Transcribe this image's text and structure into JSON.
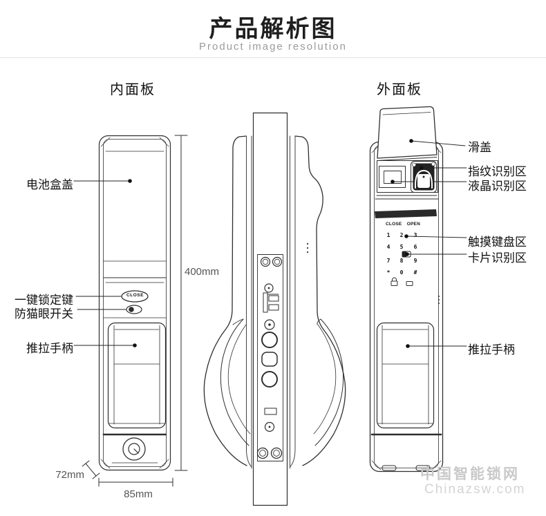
{
  "header": {
    "title": "产品解析图",
    "subtitle": "Product image resolution"
  },
  "sections": {
    "inner_panel": "内面板",
    "outer_panel": "外面板"
  },
  "callouts": {
    "battery_cover": "电池盒盖",
    "one_key_lock": "一键锁定键",
    "anti_peephole": "防猫眼开关",
    "inner_handle": "推拉手柄",
    "slide_cover": "滑盖",
    "fingerprint_area": "指纹识别区",
    "lcd_area": "液晶识别区",
    "touch_keypad_area": "触摸键盘区",
    "card_area": "卡片识别区",
    "outer_handle": "推拉手柄"
  },
  "dimensions": {
    "height": "400mm",
    "depth": "72mm",
    "width": "85mm"
  },
  "inner_panel": {
    "close_button": "CLOSE"
  },
  "keypad": {
    "header_left": "CLOSE",
    "header_right": "OPEN",
    "keys": [
      "1",
      "2",
      "3",
      "4",
      "5",
      "6",
      "7",
      "8",
      "9",
      "*",
      "0",
      "#"
    ],
    "icons": [
      "lock-icon",
      "card-icon",
      "card-read-icon"
    ]
  },
  "watermark": {
    "line1": "中国智能锁网",
    "line2": "Chinazsw.com"
  },
  "colors": {
    "line": "#2e2e2e",
    "label": "#111111",
    "subtitle": "#9b9b9b",
    "watermark": "#c9c9c9"
  }
}
